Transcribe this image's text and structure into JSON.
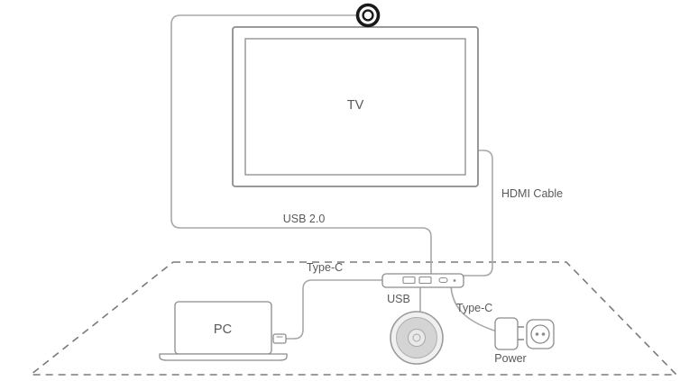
{
  "diagram": {
    "labels": {
      "tv": "TV",
      "usb2": "USB 2.0",
      "hdmi": "HDMI Cable",
      "typec_hub": "Type-C",
      "usb_hub": "USB",
      "typec_power": "Type-C",
      "pc": "PC",
      "power": "Power"
    },
    "colors": {
      "line": "#a8a8a8",
      "device": "#8c8c8c",
      "text": "#595959",
      "camera": "#1a1a1a",
      "dash": "#7a7a7a"
    }
  }
}
